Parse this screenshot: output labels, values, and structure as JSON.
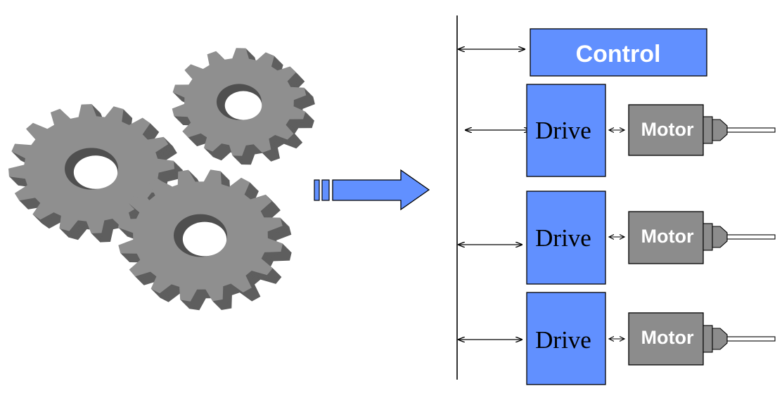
{
  "control": {
    "label": "Control",
    "fill": "#6190ff"
  },
  "drives": [
    {
      "label": "Drive"
    },
    {
      "label": "Drive"
    },
    {
      "label": "Drive"
    }
  ],
  "motors": [
    {
      "label": "Motor"
    },
    {
      "label": "Motor"
    },
    {
      "label": "Motor"
    }
  ],
  "colors": {
    "block_fill": "#6190ff",
    "motor_fill": "#8c8c8c",
    "gear_face": "#8f8f8f",
    "gear_side": "#5e5e5e",
    "line": "#000000"
  },
  "icons": {
    "gears": "gears-illustration",
    "arrow": "arrow-right-icon",
    "shaft": "motor-shaft-icon"
  }
}
